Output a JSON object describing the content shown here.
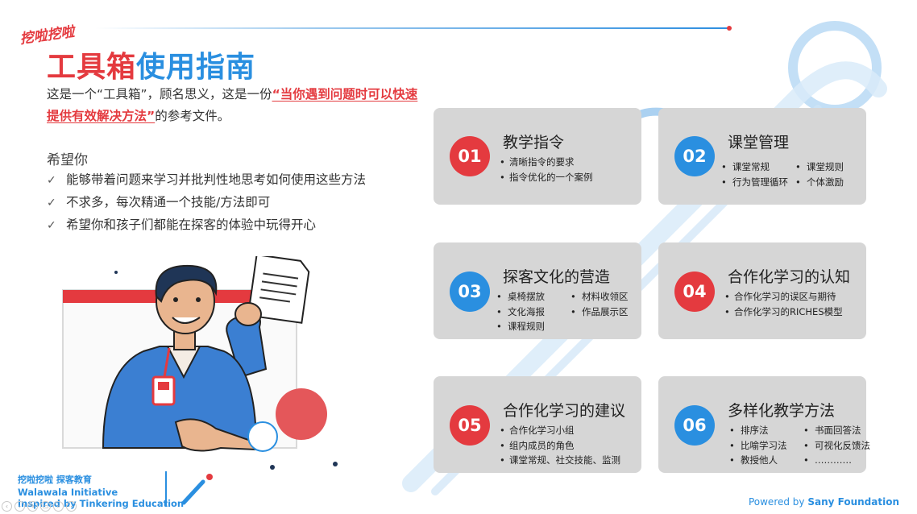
{
  "logo": {
    "text": "挖啦挖啦"
  },
  "title": {
    "part1": "工具箱",
    "part2": "使用指南"
  },
  "intro": {
    "before": "这是一个“工具箱”，顾名思义，这是一份",
    "highlight": "“当你遇到问题时可以快速提供有效解决方法”",
    "after": "的参考文件。"
  },
  "hope": {
    "title": "希望你",
    "check_glyph": "✓",
    "items": [
      "能够带着问题来学习并批判性地思考如何使用这些方法",
      "不求多，每次精通一个技能/方法即可",
      "希望你和孩子们都能在探客的体验中玩得开心"
    ]
  },
  "cards": [
    {
      "num": "01",
      "title": "教学指令",
      "color": "#e43a3f",
      "items": [
        "清晰指令的要求",
        "指令优化的一个案例"
      ]
    },
    {
      "num": "02",
      "title": "课堂管理",
      "color": "#2a8fe0",
      "items": [
        "课堂常规",
        "课堂规则",
        "行为管理循环",
        "个体激励"
      ]
    },
    {
      "num": "03",
      "title": "探客文化的营造",
      "color": "#2a8fe0",
      "items": [
        "桌椅摆放",
        "材料收领区",
        "文化海报",
        "作品展示区",
        "课程规则"
      ]
    },
    {
      "num": "04",
      "title": "合作化学习的认知",
      "color": "#e43a3f",
      "items": [
        "合作化学习的误区与期待",
        "合作化学习的RICHES模型"
      ]
    },
    {
      "num": "05",
      "title": "合作化学习的建议",
      "color": "#e43a3f",
      "items": [
        "合作化学习小组",
        "组内成员的角色",
        "课堂常规、社交技能、监测"
      ]
    },
    {
      "num": "06",
      "title": "多样化教学方法",
      "color": "#2a8fe0",
      "items": [
        "排序法",
        "书面回答法",
        "比喻学习法",
        "可视化反馈法",
        "教授他人",
        "…………"
      ]
    }
  ],
  "brand": {
    "cn": "挖啦挖啦 探客教育",
    "en_line1": "Walawala Initiative",
    "en_line2": "inspired by Tinkering Education"
  },
  "powered": {
    "prefix": "Powered by ",
    "name": "Sany Foundation"
  },
  "icons": {
    "check": "check-icon",
    "person": "person-holding-document-illustration",
    "logo": "walawala-logo",
    "brand_mark": "brand-mark-icon"
  },
  "colors": {
    "red": "#e43a3f",
    "blue": "#2a8fe0",
    "card_bg": "#d6d6d6"
  }
}
